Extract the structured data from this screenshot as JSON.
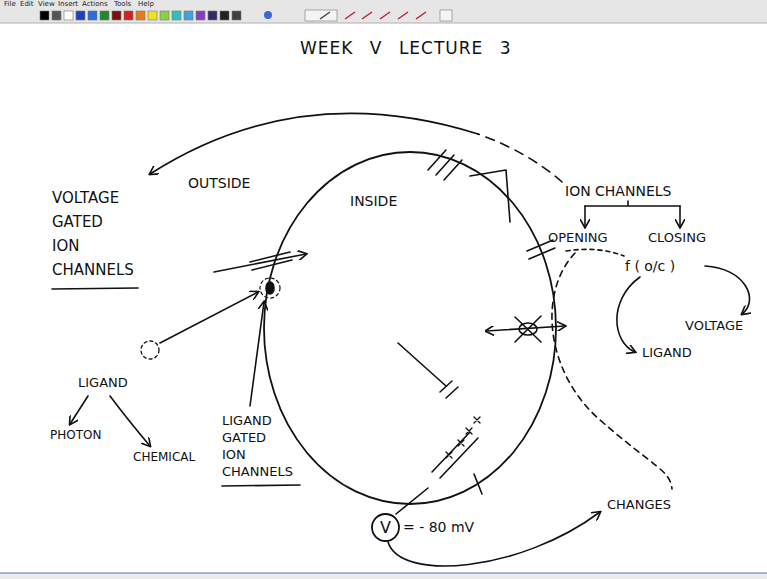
{
  "diagram": {
    "title": "WEEK V LECTURE 3",
    "nodes": [
      {
        "text": [
          "INSIDE"
        ]
      },
      {
        "text": [
          "V"
        ]
      }
    ],
    "labels": [
      "File",
      "Edit",
      "View",
      "Insert",
      "Actions",
      "Tools",
      "Help",
      "VOLTAGE GATED ION CHANNELS",
      "OUTSIDE",
      "ION CHANNELS",
      "OPENING",
      "CLOSING",
      "f ( o/c )",
      "VOLTAGE",
      "LIGAND",
      "LIGAND",
      "PHOTON",
      "CHEMICAL",
      "LIGAND GATED ION CHANNELS",
      "= - 80 mV",
      "CHANGES"
    ]
  }
}
